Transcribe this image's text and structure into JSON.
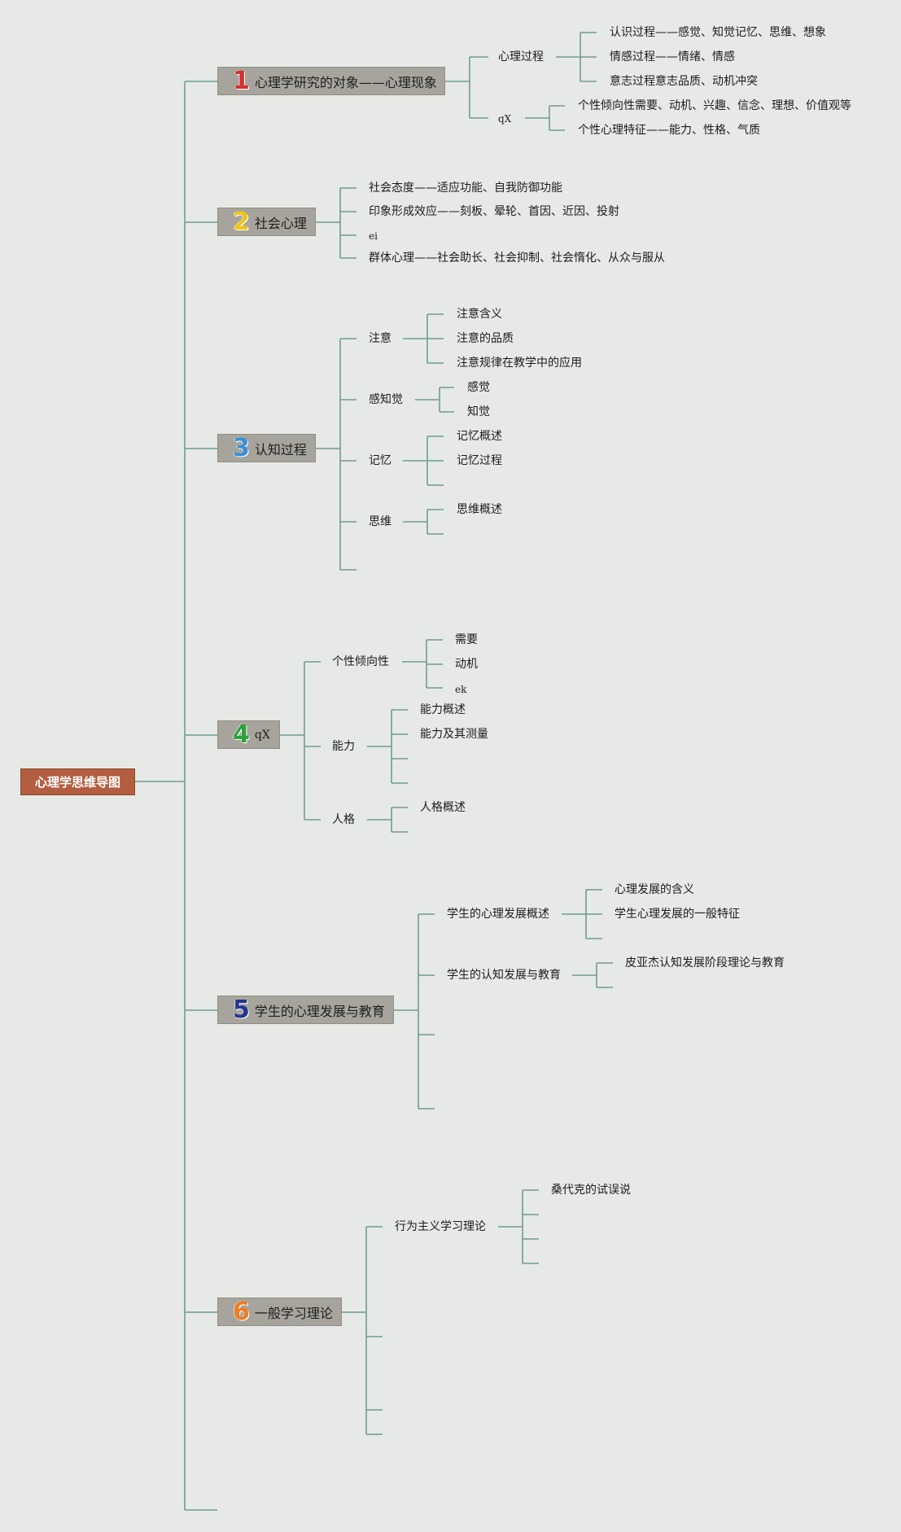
{
  "root": {
    "label": "心理学思维导图",
    "color": "#b35e40"
  },
  "topics": [
    {
      "id": "t1",
      "num": "1",
      "num_color": "#d42e2e",
      "label": "心理学研究的对象——心理现象"
    },
    {
      "id": "t2",
      "num": "2",
      "num_color": "#f0c419",
      "label": "社会心理"
    },
    {
      "id": "t3",
      "num": "3",
      "num_color": "#3a8fd8",
      "label": "认知过程"
    },
    {
      "id": "t4",
      "num": "4",
      "num_color": "#2aa13a",
      "label": "qX"
    },
    {
      "id": "t5",
      "num": "5",
      "num_color": "#24348f",
      "label": "学生的心理发展与教育"
    },
    {
      "id": "t6",
      "num": "6",
      "num_color": "#ee7d22",
      "label": "一般学习理论"
    }
  ],
  "topic1": {
    "sub1": {
      "label": "心理过程",
      "items": [
        "认识过程——感觉、知觉记忆、思维、想象",
        "情感过程——情绪、情感",
        "意志过程意志品质、动机冲突"
      ]
    },
    "sub2": {
      "label": "qX",
      "items": [
        "个性倾向性需要、动机、兴趣、信念、理想、价值观等",
        "个性心理特征——能力、性格、气质"
      ]
    }
  },
  "topic2": {
    "items": [
      "社会态度——适应功能、自我防御功能",
      "印象形成效应——刻板、晕轮、首因、近因、投射",
      "ei",
      "群体心理——社会助长、社会抑制、社会惰化、从众与服从"
    ]
  },
  "topic3": {
    "attention": {
      "label": "注意",
      "items": [
        "注意含义",
        "注意的品质",
        "注意规律在教学中的应用"
      ]
    },
    "perception": {
      "label": "感知觉",
      "items": [
        "感觉",
        "知觉"
      ]
    },
    "memory": {
      "label": "记忆",
      "items": [
        "记忆概述",
        "记忆过程"
      ]
    },
    "thinking": {
      "label": "思维",
      "items": [
        "思维概述"
      ]
    }
  },
  "topic4": {
    "tendency": {
      "label": "个性倾向性",
      "items": [
        "需要",
        "动机",
        "ek"
      ]
    },
    "ability": {
      "label": "能力",
      "items": [
        "能力概述",
        "能力及其测量"
      ]
    },
    "personality": {
      "label": "人格",
      "items": [
        "人格概述"
      ]
    }
  },
  "topic5": {
    "overview": {
      "label": "学生的心理发展概述",
      "items": [
        "心理发展的含义",
        "学生心理发展的一般特征"
      ]
    },
    "cognitive": {
      "label": "学生的认知发展与教育",
      "items": [
        "皮亚杰认知发展阶段理论与教育"
      ]
    }
  },
  "topic6": {
    "behaviorism": {
      "label": "行为主义学习理论",
      "items": [
        "桑代克的试误说"
      ]
    }
  },
  "line_color": "#6e9e8c"
}
